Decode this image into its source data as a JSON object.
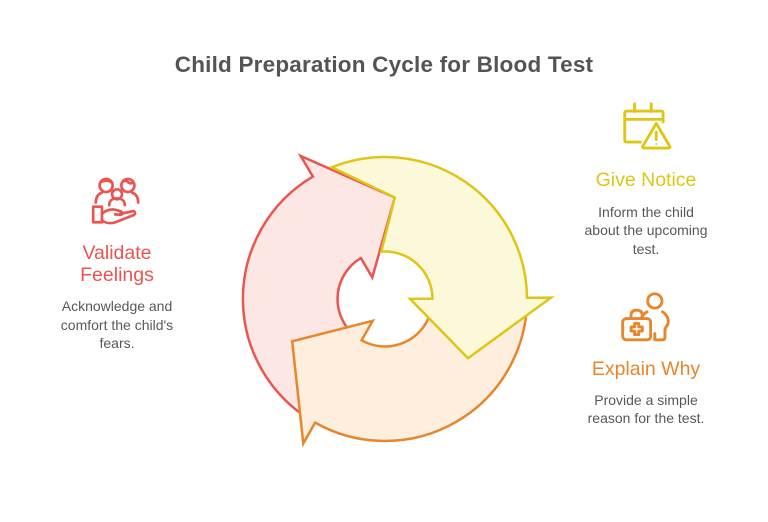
{
  "title": "Child Preparation Cycle for Blood Test",
  "diagram": {
    "type": "cycle",
    "direction": "clockwise",
    "segment_count": 3
  },
  "steps": [
    {
      "label": "Validate Feelings",
      "description": "Acknowledge and comfort the child's fears.",
      "icon": "family-care-icon",
      "color": "#ea5550",
      "fill": "#fde7e5"
    },
    {
      "label": "Give Notice",
      "description": "Inform the child about the upcoming test.",
      "icon": "calendar-alert-icon",
      "color": "#ddc616",
      "fill": "#fcf9da"
    },
    {
      "label": "Explain Why",
      "description": "Provide a simple reason for the test.",
      "icon": "person-first-aid-icon",
      "color": "#e6862d",
      "fill": "#fdeede"
    }
  ],
  "text_colors": {
    "title": "#545456",
    "description": "#58585a"
  }
}
